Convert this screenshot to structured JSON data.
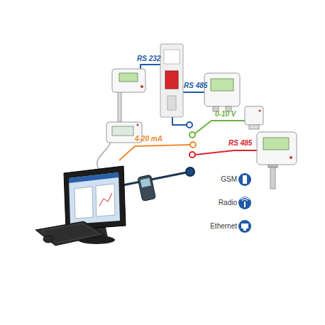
{
  "diagram": {
    "labels": [
      "RS 232",
      "RS 485",
      "0-10 V",
      "4-20 mA",
      "RS 485",
      "GSM",
      "Radio",
      "Ethernet"
    ]
  }
}
